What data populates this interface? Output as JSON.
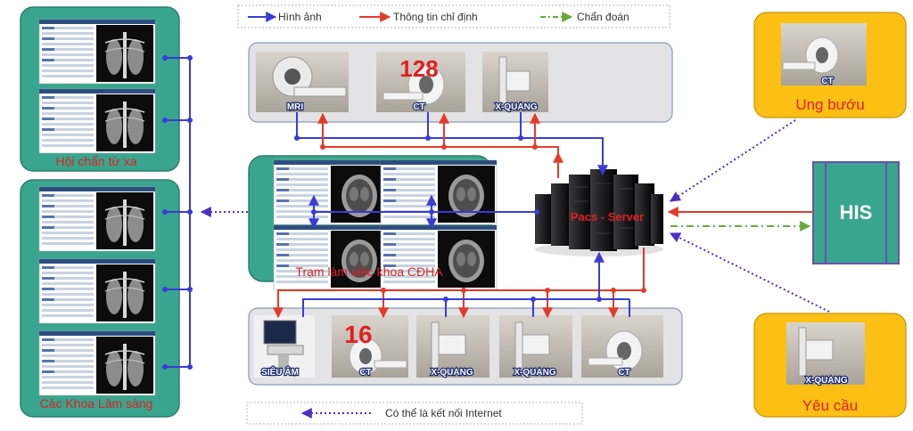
{
  "legend_top": {
    "image": "Hình ảnh",
    "order_info": "Thông tin chỉ định",
    "diagnosis": "Chẩn đoán"
  },
  "legend_bottom": {
    "internet": "Có thể là kết nối Internet"
  },
  "left_groups": {
    "teleconsult": "Hội chẩn từ xa",
    "clinical": "Các Khoa Lâm sàng"
  },
  "center": {
    "workstation_group": "Trạm làm việc khoa CĐHA",
    "server": "Pacs - Server"
  },
  "devices_top": [
    {
      "label": "MRI",
      "badge": ""
    },
    {
      "label": "CT",
      "badge": "128"
    },
    {
      "label": "X-QUANG",
      "badge": ""
    }
  ],
  "devices_bottom": [
    {
      "label": "SIÊU ÂM",
      "badge": ""
    },
    {
      "label": "CT",
      "badge": "16"
    },
    {
      "label": "X-QUANG",
      "badge": ""
    },
    {
      "label": "X-QUANG",
      "badge": ""
    },
    {
      "label": "CT",
      "badge": ""
    }
  ],
  "right_groups": {
    "oncology": {
      "title": "Ung bướu",
      "device": "CT"
    },
    "his": "HIS",
    "request": {
      "title": "Yêu cầu",
      "device": "X-QUANG"
    }
  },
  "colors": {
    "image_line": "#3b3bd6",
    "order_line": "#e53a2a",
    "diagnosis_line": "#6aa83c",
    "panel_teal": "#3aa58e",
    "panel_grey": "#e3e3e6",
    "panel_orange": "#fcbf14",
    "caption_red": "#e02020"
  }
}
